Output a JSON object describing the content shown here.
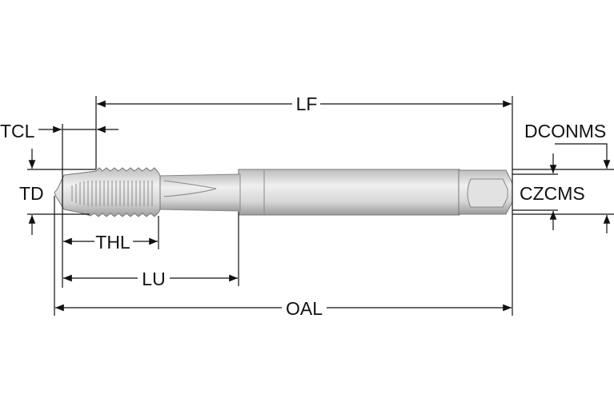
{
  "labels": {
    "lf": "LF",
    "tcl": "TCL",
    "td": "TD",
    "thl": "THL",
    "lu": "LU",
    "oal": "OAL",
    "dconms": "DCONMS",
    "czcms": "CZCMS"
  },
  "colors": {
    "line": "#111111",
    "tool_light": "#e4e4e4",
    "tool_dark": "#9a9a9a"
  }
}
